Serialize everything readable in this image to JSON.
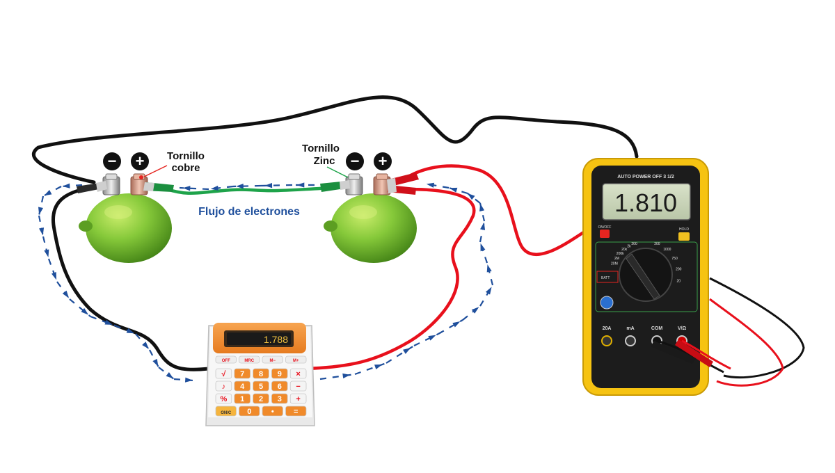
{
  "labels": {
    "copper_screw": [
      "Tornillo",
      "cobre"
    ],
    "zinc_screw": [
      "Tornillo",
      "Zinc"
    ],
    "electron_flow": "Flujo de electrones",
    "minus_sign": "−",
    "plus_sign": "+"
  },
  "calculator": {
    "display": "1.788",
    "keys": [
      [
        "OFF",
        "MRC",
        "M−",
        "M+"
      ],
      [
        "√",
        "7",
        "8",
        "9",
        "×"
      ],
      [
        "♪",
        "4",
        "5",
        "6",
        "−"
      ],
      [
        "%",
        "1",
        "2",
        "3",
        "+"
      ],
      [
        "ON/C",
        "0",
        "•",
        "="
      ]
    ]
  },
  "multimeter": {
    "header": "AUTO POWER OFF  3 1/2",
    "display": "1.810",
    "on_off": "ON/OFF",
    "hold": "HOLD",
    "batt": "BATT",
    "port_20a": "20A",
    "port_ma": "mA",
    "port_com": "COM",
    "port_v": "V/Ω",
    "dial_left": [
      "20M",
      "2M",
      "200k",
      "20k",
      "2k",
      "200"
    ],
    "dial_right": [
      "200",
      "1000",
      "750",
      "200",
      "20"
    ]
  },
  "colors": {
    "electron_arrow": "#1f4f9c",
    "wire_black": "#111111",
    "wire_red": "#e8101c",
    "wire_green": "#1ea34a",
    "lemon": "#7cc234",
    "multimeter_body": "#f6c312",
    "calculator_body": "#f08a2a"
  }
}
